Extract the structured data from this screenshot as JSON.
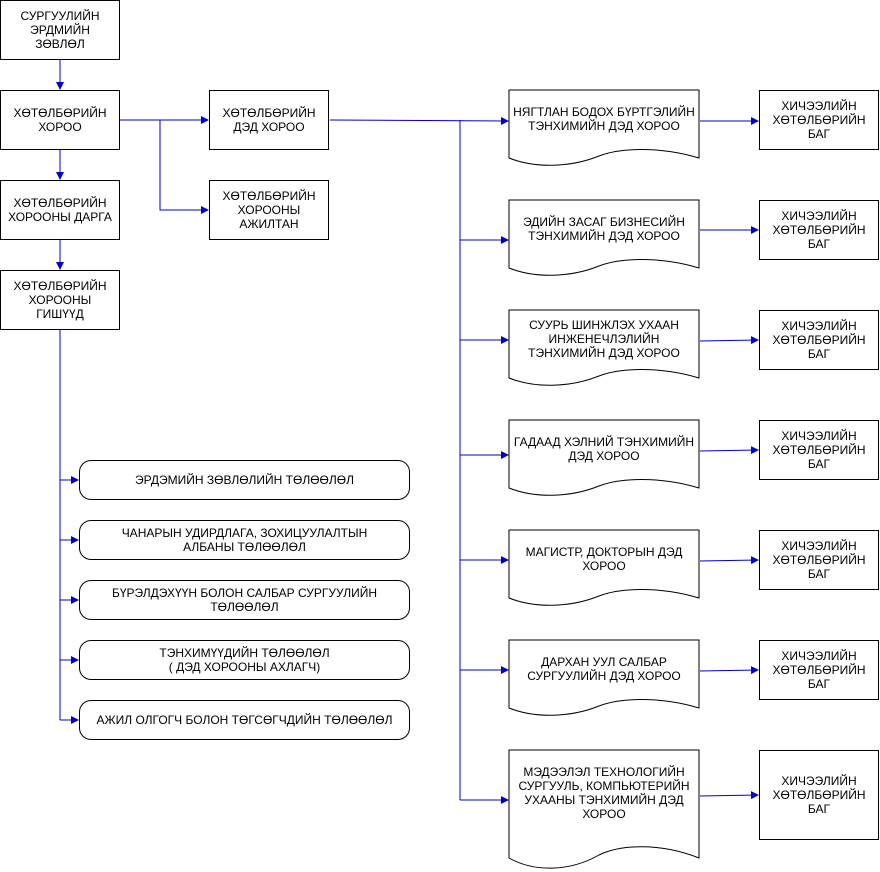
{
  "nodes": {
    "academic_council": "СУРГУУЛИЙН\nЭРДМИЙН ЗӨВЛӨЛ",
    "program_committee": "ХӨТӨЛБӨРИЙН\nХОРОО",
    "committee_chair": "ХӨТӨЛБӨРИЙН\nХОРООНЫ ДАРГА",
    "committee_members": "ХӨТӨЛБӨРИЙН\nХОРООНЫ ГИШҮҮД",
    "sub_committee": "ХӨТӨЛБӨРИЙН\nДЭД ХОРОО",
    "committee_staff": "ХӨТӨЛБӨРИЙН\nХОРООНЫ\nАЖИЛТАН"
  },
  "representatives": [
    "ЭРДЭМИЙН ЗӨВЛӨЛИЙН ТӨЛӨӨЛӨЛ",
    "ЧАНАРЫН УДИРДЛАГА, ЗОХИЦУУЛАЛТЫН\nАЛБАНЫ ТӨЛӨӨЛӨЛ",
    "БҮРЭЛДЭХҮҮН БОЛОН САЛБАР СУРГУУЛИЙН\nТӨЛӨӨЛӨЛ",
    "ТЭНХИМҮҮДИЙН ТӨЛӨӨЛӨЛ\n( ДЭД ХОРООНЫ АХЛАГЧ)",
    "АЖИЛ ОЛГОГЧ БОЛОН ТӨГСӨГЧДИЙН ТӨЛӨӨЛӨЛ"
  ],
  "sub_committees": [
    "НЯГТЛАН БОДОХ БҮРТГЭЛИЙН\nТЭНХИМИЙН ДЭД ХОРОО",
    "ЭДИЙН ЗАСАГ БИЗНЕСИЙН\nТЭНХИМИЙН ДЭД ХОРОО",
    "СУУРЬ ШИНЖЛЭХ УХААН\nИНЖЕНЕЧЛЭЛИЙН\nТЭНХИМИЙН ДЭД ХОРОО",
    "ГАДААД ХЭЛНИЙ ТЭНХИМИЙН\nДЭД ХОРОО",
    "МАГИСТР, ДОКТОРЫН ДЭД\nХОРОО",
    "ДАРХАН УУЛ САЛБАР\nСУРГУУЛИЙН ДЭД ХОРОО",
    "МЭДЭЭЛЭЛ ТЕХНОЛОГИЙН\nСУРГУУЛЬ, КОМПЬЮТЕРИЙН\nУХААНЫ ТЭНХИМИЙН ДЭД\nХОРОО"
  ],
  "teams": [
    "ХИЧЭЭЛИЙН\nХӨТӨЛБӨРИЙН\nБАГ",
    "ХИЧЭЭЛИЙН\nХӨТӨЛБӨРИЙН\nБАГ",
    "ХИЧЭЭЛИЙН\nХӨТӨЛБӨРИЙН\nБАГ",
    "ХИЧЭЭЛИЙН\nХӨТӨЛБӨРИЙН\nБАГ",
    "ХИЧЭЭЛИЙН\nХӨТӨЛБӨРИЙН\nБАГ",
    "ХИЧЭЭЛИЙН\nХӨТӨЛБӨРИЙН\nБАГ",
    "ХИЧЭЭЛИЙН\nХӨТӨЛБӨРИЙН\nБАГ"
  ],
  "colors": {
    "connector": "#0000cc",
    "border": "#000000"
  }
}
